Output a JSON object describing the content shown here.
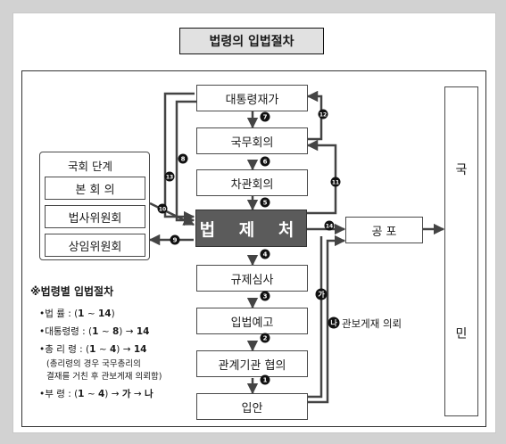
{
  "title": "법령의 입법절차",
  "steps": {
    "president_approval": "대통령재가",
    "cabinet": "국무회의",
    "vice_ministers": "차관회의",
    "moleg": "법 제 처",
    "regulatory_review": "규제심사",
    "legislative_notice": "입법예고",
    "agency_consultation": "관계기관 협의",
    "draft": "입안",
    "promulgation": "공 포",
    "citizens_top": "국",
    "citizens_bottom": "민"
  },
  "assembly": {
    "header": "국회 단계",
    "plenary": "본 회 의",
    "judiciary_committee": "법사위원회",
    "standing_committee": "상임위원회"
  },
  "markers": {
    "m1": "1",
    "m2": "2",
    "m3": "3",
    "m4": "4",
    "m5": "5",
    "m6": "6",
    "m7": "7",
    "m8": "8",
    "m9": "9",
    "m10": "10",
    "m11": "11",
    "m12": "12",
    "m13": "13",
    "m14": "14",
    "ga": "가",
    "na": "나"
  },
  "side_label": "관보게재 의뢰",
  "legend": {
    "title": "※법령별 입법절차",
    "law_label": "•법     률 : (",
    "law_from": "1",
    "law_tilde": "~",
    "law_to": "14",
    "law_close": ")",
    "decree_label": "•대통령령 : (",
    "decree_from": "1",
    "decree_tilde": "~",
    "decree_to": "8",
    "decree_close": ") →",
    "decree_end": "14",
    "pm_label": "•총 리 령 : (",
    "pm_from": "1",
    "pm_tilde": "~",
    "pm_to": "4",
    "pm_close": ") →",
    "pm_end": "14",
    "pm_note1": "(총리령의 경우 국무총리의",
    "pm_note2": "결재를 거친 후 관보게재 의뢰함)",
    "min_label": "•부     령 : (",
    "min_from": "1",
    "min_tilde": "~",
    "min_to": "4",
    "min_close": ") →",
    "min_ga": "가",
    "min_arrow": "→",
    "min_na": "나"
  }
}
